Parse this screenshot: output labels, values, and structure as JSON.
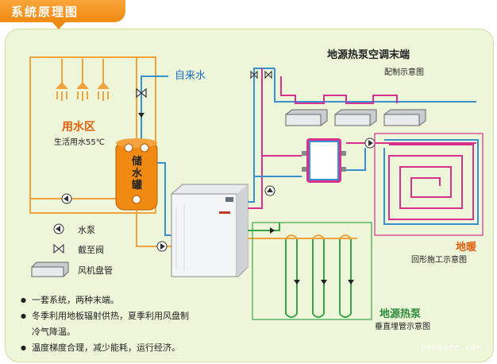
{
  "header": {
    "title": "系统原理图"
  },
  "tap_water": {
    "label": "自来水"
  },
  "water_zone": {
    "title": "用水区",
    "subtitle": "生活用水55℃"
  },
  "tank": {
    "label": "储水罐"
  },
  "terminal": {
    "title": "地源热泵空调末端",
    "subtitle": "配制示意图"
  },
  "floor_heating": {
    "title": "地暖",
    "subtitle": "回形施工示意图"
  },
  "ground_source": {
    "title": "地源热泵",
    "subtitle": "垂直埋管示意图"
  },
  "legend": {
    "pump": "水泵",
    "valve": "截至阀",
    "fan_coil": "风机盘管"
  },
  "notes": [
    "一套系统，两种末端。",
    "冬季利用地板辐射供热，夏季利用风盘制",
    "冷气降温。",
    "温度梯度合理，减少能耗，运行经济。"
  ],
  "watermark": "bobmode.com",
  "colors": {
    "hot_pipe": "#f0a23c",
    "magenta_pipe": "#d8308c",
    "cold_pipe": "#3a8fd0",
    "green_pipe": "#3aa24a",
    "orange_text": "#e0600e",
    "label_blue": "#1a6fc0",
    "panel_bg": "#eef6da"
  }
}
